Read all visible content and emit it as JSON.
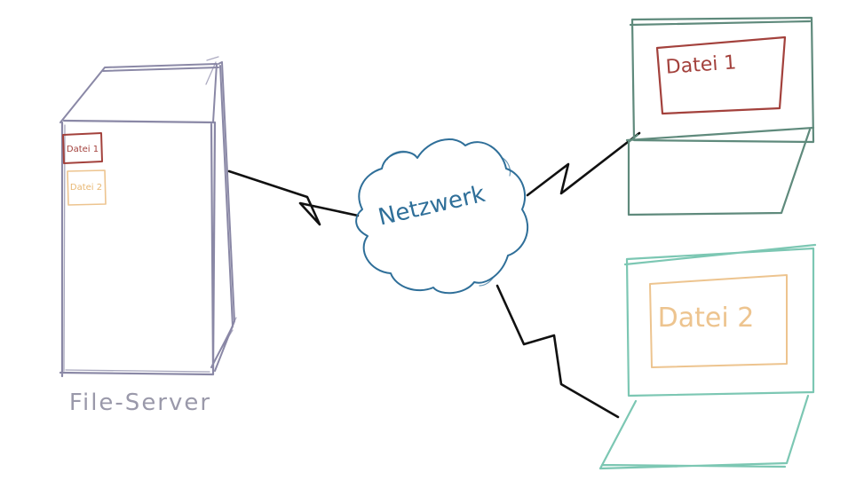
{
  "server": {
    "label": "File-Server",
    "files": [
      "Datei 1",
      "Datei 2"
    ]
  },
  "network": {
    "label": "Netzwerk"
  },
  "clients": [
    {
      "file": "Datei 1"
    },
    {
      "file": "Datei 2"
    }
  ],
  "colors": {
    "server": "#8a88a6",
    "network": "#2f6f99",
    "client1": "#5f8a7c",
    "client2": "#7cc7b3",
    "file1": "#a3413c",
    "file2": "#edc48f",
    "link": "#111111",
    "label_gray": "#9a99aa"
  }
}
